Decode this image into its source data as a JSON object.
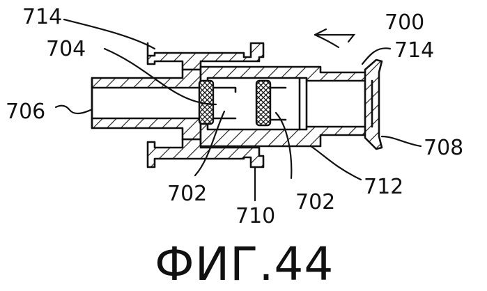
{
  "figure": {
    "caption": "ФИГ.44",
    "labels": {
      "l714_top": "714",
      "l700": "700",
      "l704": "704",
      "l714_right": "714",
      "l706": "706",
      "l708": "708",
      "l702_left": "702",
      "l710": "710",
      "l702_right": "702",
      "l712": "712"
    }
  }
}
